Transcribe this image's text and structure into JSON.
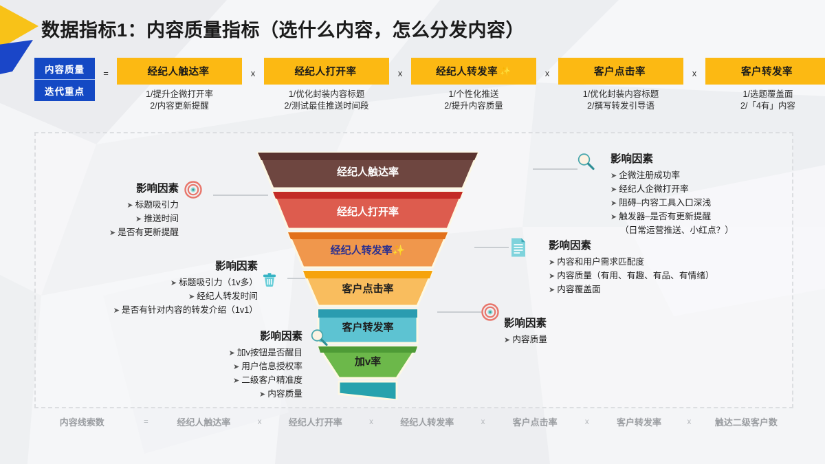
{
  "page": {
    "title": "数据指标1：内容质量指标（选什么内容，怎么分发内容）"
  },
  "formula": {
    "row_labels": [
      "内容质量",
      "迭代重点"
    ],
    "equals": "=",
    "operator": "x",
    "columns": [
      {
        "metric": "经纪人触达率",
        "spark": "",
        "points": [
          "1/提升企微打开率",
          "2/内容更新提醒"
        ]
      },
      {
        "metric": "经纪人打开率",
        "spark": "",
        "points": [
          "1/优化封装内容标题",
          "2/测试最佳推送时间段"
        ]
      },
      {
        "metric": "经纪人转发率",
        "spark": "✨",
        "points": [
          "1/个性化推送",
          "2/提升内容质量"
        ]
      },
      {
        "metric": "客户点击率",
        "spark": "",
        "points": [
          "1/优化封装内容标题",
          "2/撰写转发引导语"
        ]
      },
      {
        "metric": "客户转发率",
        "spark": "",
        "points": [
          "1/选题覆盖面",
          "2/「4有」内容"
        ]
      }
    ]
  },
  "funnel": {
    "stages": [
      {
        "label": "经纪人触达率",
        "color": "#6e4640",
        "text_color": "#ffffff",
        "highlight": false
      },
      {
        "label": "经纪人打开率",
        "color": "#dd5c4e",
        "text_color": "#ffffff",
        "highlight": false
      },
      {
        "label": "经纪人转发率",
        "color": "#f0974c",
        "text_color": "#2a2f8f",
        "highlight": true,
        "spark": "✨"
      },
      {
        "label": "客户点击率",
        "color": "#f9bd5e",
        "text_color": "#1e1e1e",
        "highlight": false
      },
      {
        "label": "客户转发率",
        "color": "#5dc3d2",
        "text_color": "#1e1e1e",
        "highlight": false
      },
      {
        "label": "加v率",
        "color": "#6cb84a",
        "text_color": "#1e1e1e",
        "highlight": false
      }
    ],
    "stem_color": "#27a2ad",
    "cap_colors": [
      "#5a332f",
      "#c32b26",
      "#e2711c",
      "#f6a30c",
      "#2a9cb0",
      "#4e9b36"
    ]
  },
  "annotations": {
    "top_left": {
      "heading": "影响因素",
      "icon": "target-icon",
      "items": [
        "标题吸引力",
        "推送时间",
        "是否有更新提醒"
      ]
    },
    "mid_left": {
      "heading": "影响因素",
      "icon": "trash-icon",
      "items": [
        "标题吸引力（1v多）",
        "经纪人转发时间",
        "是否有针对内容的转发介绍（1v1）"
      ]
    },
    "bottom_left": {
      "heading": "影响因素",
      "icon": "magnifier-icon",
      "items": [
        "加v按钮是否醒目",
        "用户信息授权率",
        "二级客户精准度",
        "内容质量"
      ]
    },
    "top_right": {
      "heading": "影响因素",
      "icon": "magnifier-icon",
      "items": [
        "企微注册成功率",
        "经纪人企微打开率",
        "阻碍–内容工具入口深浅",
        "触发器–是否有更新提醒"
      ],
      "note": "（日常运营推送、小红点？）"
    },
    "mid_right": {
      "heading": "影响因素",
      "icon": "document-icon",
      "items": [
        "内容和用户需求匹配度",
        "内容质量（有用、有趣、有品、有情绪）",
        "内容覆盖面"
      ]
    },
    "bottom_right": {
      "heading": "影响因素",
      "icon": "target-icon",
      "items": [
        "内容质量"
      ]
    }
  },
  "bottom_formula": {
    "result": "内容线索数",
    "equals": "=",
    "operator": "x",
    "terms": [
      "经纪人触达率",
      "经纪人打开率",
      "经纪人转发率",
      "客户点击率",
      "客户转发率",
      "触达二级客户数"
    ]
  },
  "colors": {
    "accent_yellow": "#fcb913",
    "accent_blue": "#1449c4",
    "deco_yellow": "#f8c218",
    "deco_blue": "#1a46c8",
    "panel_border": "#dcdee1",
    "muted_text": "#9a9da1"
  }
}
